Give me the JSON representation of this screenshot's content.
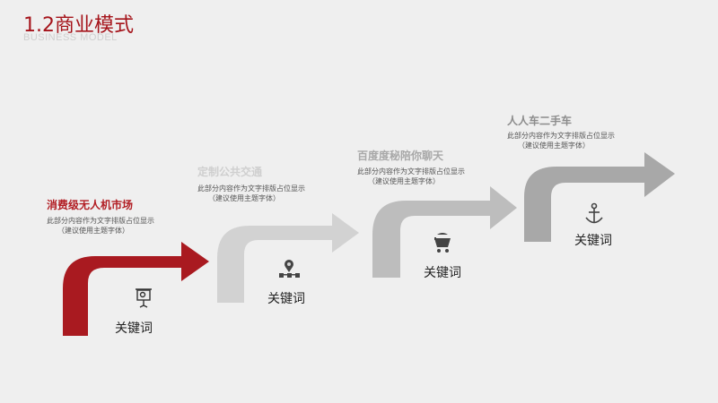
{
  "header": {
    "title": "1.2商业模式",
    "subtitle": "BUSINESS MODEL"
  },
  "colors": {
    "brand": "#a5141b",
    "arrow_1": "#a91a20",
    "arrow_2": "#d2d2d2",
    "arrow_3": "#bdbdbd",
    "arrow_4": "#a8a8a8",
    "stage_title_1": "#b21e24",
    "stage_title_2": "#cfcfcf",
    "stage_title_3": "#a8a8a8",
    "stage_title_4": "#8c8c8c"
  },
  "stages": [
    {
      "title": "消费级无人机市场",
      "desc_line1": "此部分内容作为文字排版占位显示",
      "desc_line2": "（建议使用主题字体）",
      "keyword": "关键词",
      "icon": "presentation-board-icon"
    },
    {
      "title": "定制公共交通",
      "desc_line1": "此部分内容作为文字排版占位显示",
      "desc_line2": "（建议使用主题字体）",
      "keyword": "关键词",
      "icon": "network-hierarchy-icon"
    },
    {
      "title": "百度度秘陪你聊天",
      "desc_line1": "此部分内容作为文字排版占位显示",
      "desc_line2": "（建议使用主题字体）",
      "keyword": "关键词",
      "icon": "shopping-cart-icon"
    },
    {
      "title": "人人车二手车",
      "desc_line1": "此部分内容作为文字排版占位显示",
      "desc_line2": "（建议使用主题字体）",
      "keyword": "关键词",
      "icon": "anchor-icon"
    }
  ]
}
